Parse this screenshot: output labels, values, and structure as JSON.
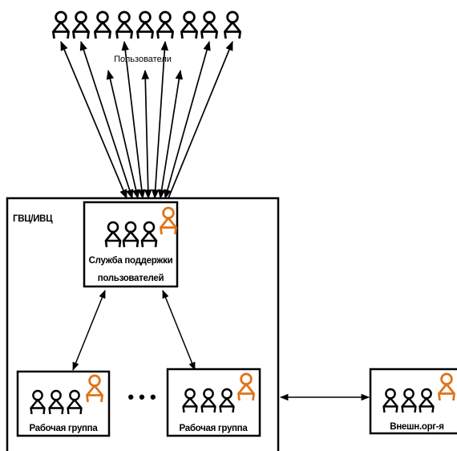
{
  "users_label": "Пользователи",
  "container_label": "ГВЦ/ИВЦ",
  "service_label_line1": "Служба поддержки",
  "service_label_line2": "пользователей",
  "work_group_1": "Рабочая группа",
  "work_group_2": "Рабочая группа",
  "external_org": "Внешн.орг-я",
  "ellipsis": "• • •",
  "colors": {
    "person": "#000000",
    "accent_person": "#e07318",
    "line": "#000000"
  },
  "icons": {
    "user": "person-icon",
    "lead": "lead-person-icon"
  }
}
